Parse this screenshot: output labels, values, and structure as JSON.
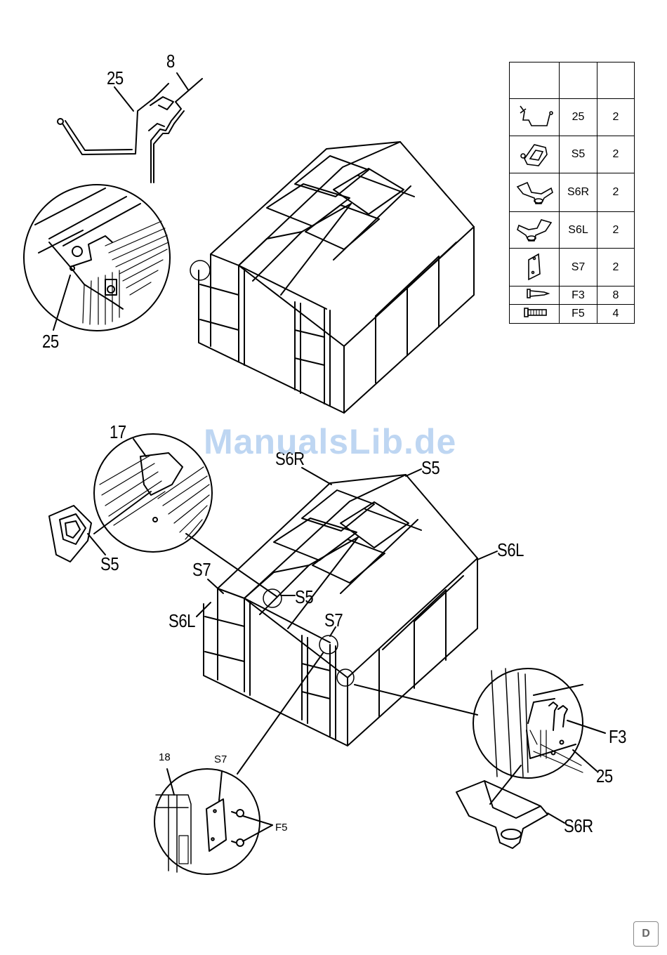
{
  "labels": {
    "top_profile_25": "25",
    "top_profile_8": "8",
    "top_detail_25": "25",
    "mid_detail_17": "17",
    "mid_s5": "S5",
    "s6r_top": "S6R",
    "s5_top": "S5",
    "s6l_right": "S6L",
    "s7_left": "S7",
    "s5_center": "S5",
    "s6l_left": "S6L",
    "s7_center": "S7",
    "f3": "F3",
    "bottom_25": "25",
    "s6r_bottom": "S6R",
    "bottom_18": "18",
    "bottom_s7": "S7",
    "f5": "F5"
  },
  "parts_table": {
    "rows": [
      {
        "icon": "gutter-profile-icon",
        "code": "25",
        "qty": "2"
      },
      {
        "icon": "gutter-cap-icon",
        "code": "S5",
        "qty": "2"
      },
      {
        "icon": "downpipe-right-icon",
        "code": "S6R",
        "qty": "2"
      },
      {
        "icon": "downpipe-left-icon",
        "code": "S6L",
        "qty": "2"
      },
      {
        "icon": "plate-icon",
        "code": "S7",
        "qty": "2"
      },
      {
        "icon": "screw-icon",
        "code": "F3",
        "qty": "8"
      },
      {
        "icon": "bolt-icon",
        "code": "F5",
        "qty": "4"
      }
    ]
  },
  "watermark": "ManualsLib.de",
  "page_letter": "D"
}
